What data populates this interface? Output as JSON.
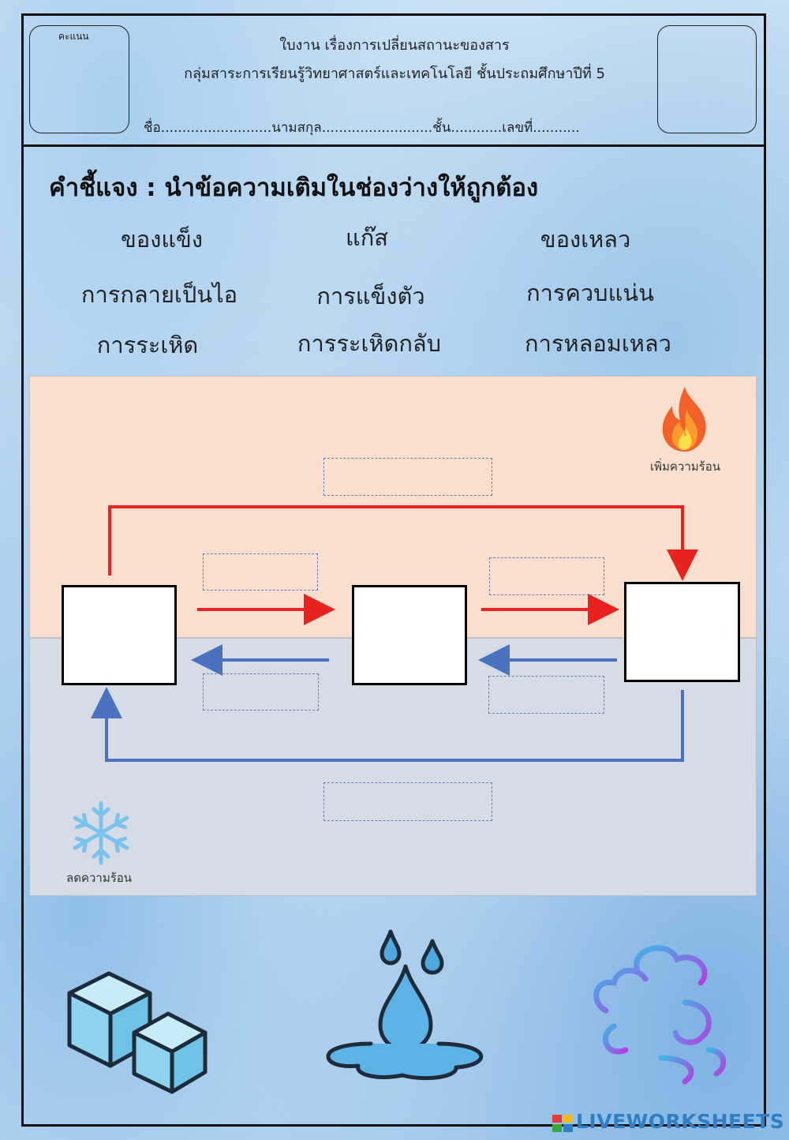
{
  "header": {
    "score_label": "คะแนน",
    "title": "ใบงาน เรื่องการเปลี่ยนสถานะของสาร",
    "subject_line": "กลุ่มสาระการเรียนรู้วิทยาศาสตร์และเทคโนโลยี  ชั้นประถมศึกษาปีที่ 5",
    "name_line": "ชื่อ..........................นามสกุล..........................ชั้น............เลขที่..........."
  },
  "instruction": "คำชี้แจง : นำข้อความเติมในช่องว่างให้ถูกต้อง",
  "word_bank": {
    "row1": [
      "ของแข็ง",
      "แก๊ส",
      "ของเหลว"
    ],
    "row2": [
      "การกลายเป็นไอ",
      "การแข็งตัว",
      "การควบแน่น"
    ],
    "row3": [
      "การระเหิด",
      "การระเหิดกลับ",
      "การหลอมเหลว"
    ]
  },
  "diagram": {
    "heat_label": "เพิ่มความร้อน",
    "cool_label": "ลดความร้อน",
    "colors": {
      "heat_arrow": "#e8231f",
      "cool_arrow": "#4a72bf",
      "heat_zone": "#fadfcf",
      "cool_zone": "#d6dce6"
    },
    "icons": [
      "fire-icon",
      "snowflake-icon"
    ]
  },
  "illustrations": [
    "ice-cubes-icon",
    "water-drop-icon",
    "gas-cloud-icon"
  ],
  "watermark": "LIVEWORKSHEETS"
}
